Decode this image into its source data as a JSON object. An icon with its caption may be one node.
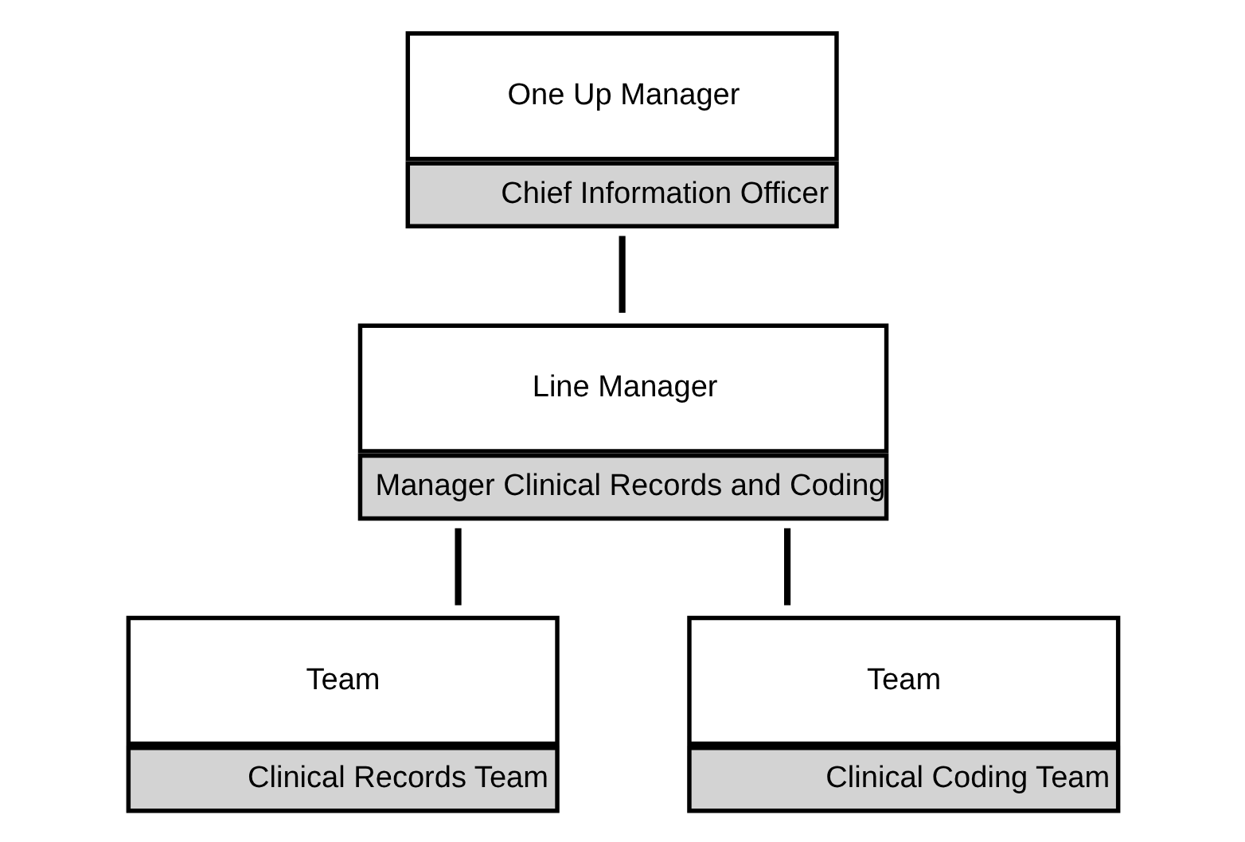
{
  "diagram": {
    "nodes": [
      {
        "text": [
          "One Up Manager",
          "Chief Information Officer"
        ]
      },
      {
        "text": [
          "Line Manager",
          "Manager Clinical Records and Coding"
        ]
      },
      {
        "text": [
          "Team",
          "Clinical Records Team"
        ]
      },
      {
        "text": [
          "Team",
          "Clinical Coding Team"
        ]
      }
    ],
    "edges": [
      {
        "from": 0,
        "to": 1,
        "arrow": "none"
      },
      {
        "from": 1,
        "to": 2,
        "arrow": "none"
      },
      {
        "from": 1,
        "to": 3,
        "arrow": "none"
      }
    ]
  }
}
